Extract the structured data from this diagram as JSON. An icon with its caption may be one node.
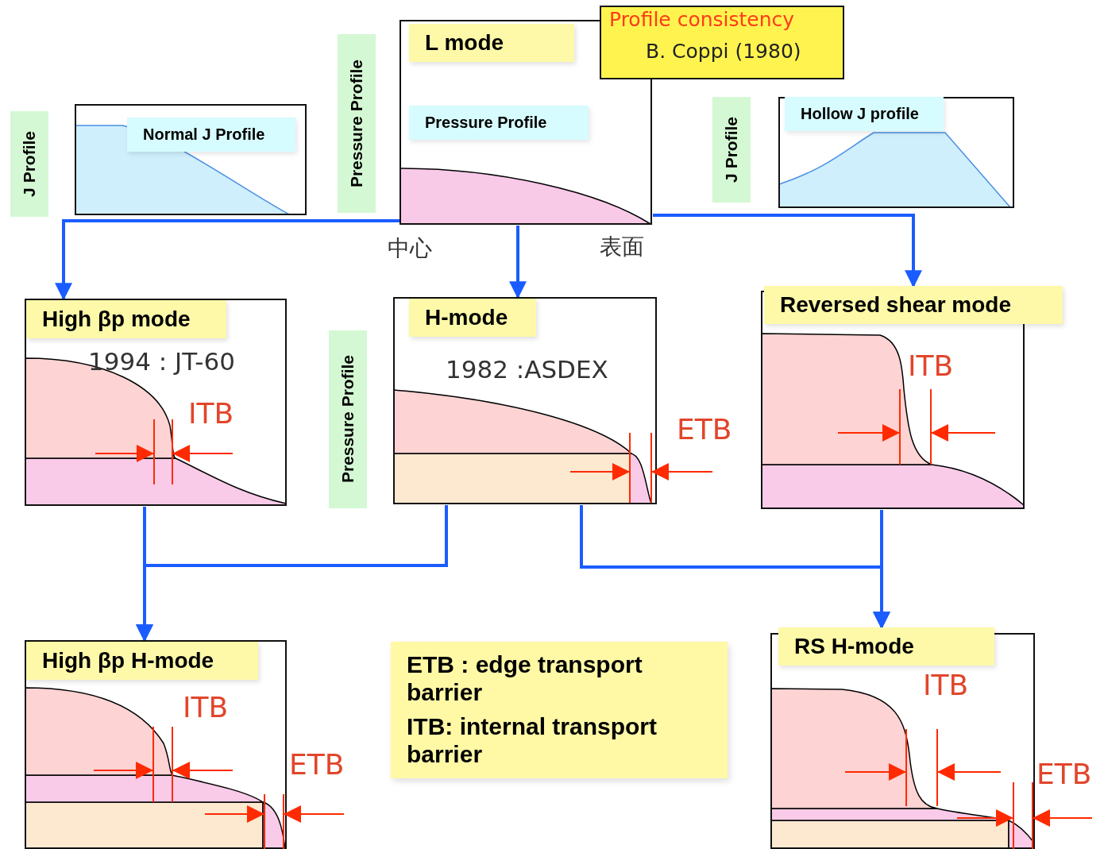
{
  "diagram": {
    "nodes": [
      {
        "text": [
          "Normal J Profile"
        ],
        "beside": [
          "J Profile"
        ]
      },
      {
        "text": [
          "L mode",
          "Pressure Profile"
        ],
        "beside": [
          "Pressure Profile",
          "中心",
          "表面"
        ]
      },
      {
        "text": [
          "Profile consistency",
          "B. Coppi (1980)"
        ]
      },
      {
        "text": [
          "Hollow J profile"
        ],
        "beside": [
          "J Profile"
        ]
      },
      {
        "text": [
          "High βp mode",
          "1994 : JT-60",
          "ITB"
        ]
      },
      {
        "text": [
          "H-mode",
          "1982 :ASDEX"
        ],
        "beside": [
          "Pressure Profile",
          "ETB"
        ]
      },
      {
        "text": [
          "Reversed shear mode",
          "ITB"
        ]
      },
      {
        "text": [
          "High βp H-mode",
          "ITB"
        ],
        "beside": [
          "ETB"
        ]
      },
      {
        "text": [
          "ETB : edge transport barrier",
          "ITB: internal transport barrier"
        ]
      },
      {
        "text": [
          "RS H-mode",
          "ITB"
        ],
        "beside": [
          "ETB"
        ]
      }
    ],
    "edges": [
      {
        "from": 1,
        "to": 4,
        "arrow": "to"
      },
      {
        "from": 1,
        "to": 5,
        "arrow": "to"
      },
      {
        "from": 1,
        "to": 6,
        "arrow": "to"
      },
      {
        "from": 4,
        "to": 7,
        "arrow": "to"
      },
      {
        "from": 5,
        "to": 7,
        "arrow": "to"
      },
      {
        "from": 5,
        "to": 9,
        "arrow": "to"
      },
      {
        "from": 6,
        "to": 9,
        "arrow": "to"
      }
    ]
  }
}
